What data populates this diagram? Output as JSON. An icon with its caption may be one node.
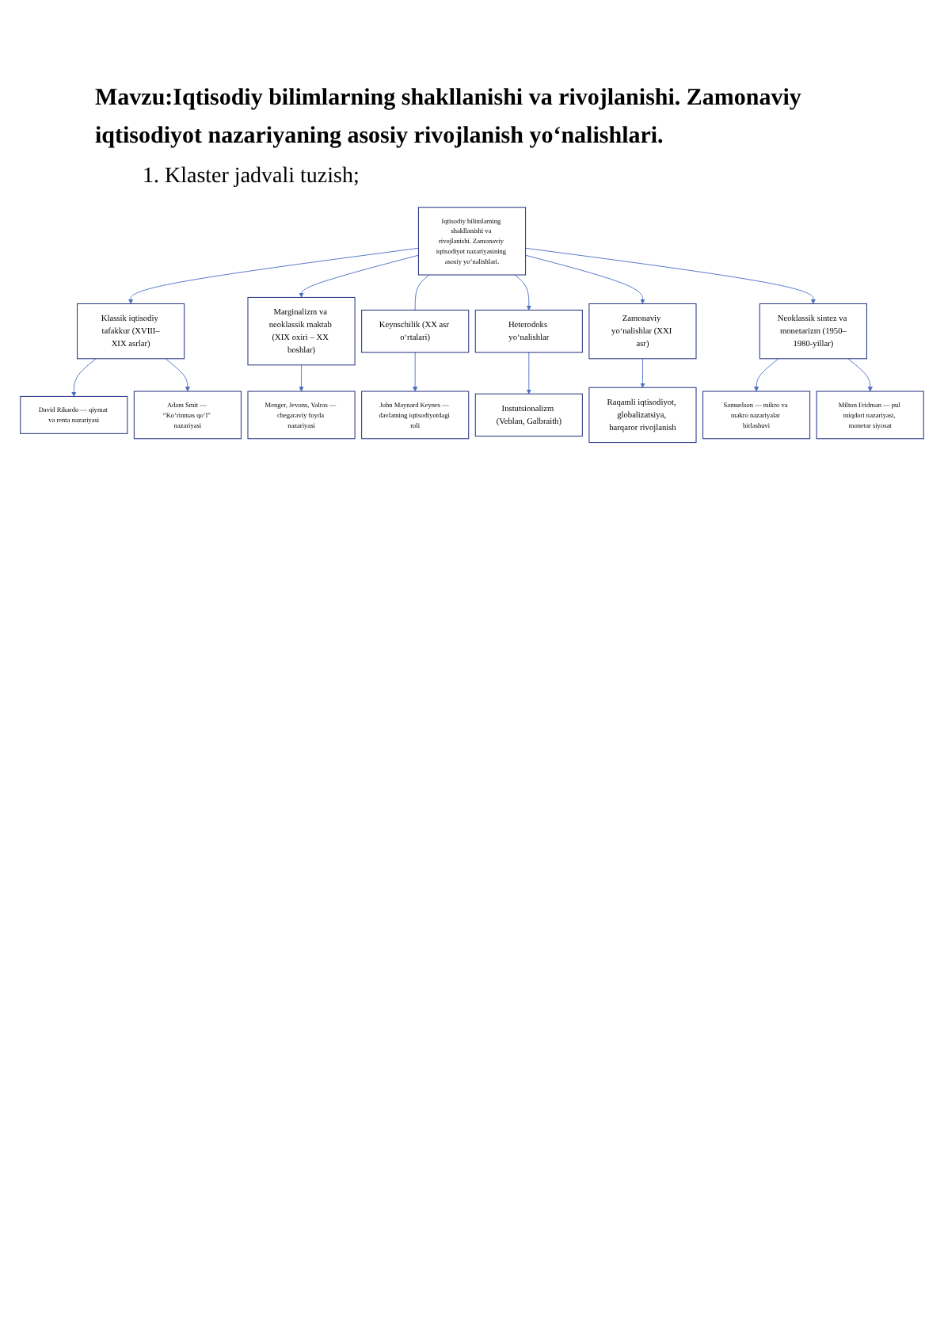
{
  "diagram": {
    "title": "Mavzu:Iqtisodiy bilimlarning shakllanishi va rivojlanishi. Zamonaviy iqtisodiyot nazariyaning asosiy rivojlanish yo‘nalishlari.",
    "nodes": [
      {
        "text": [
          "Menger, Jevons, Valras — chegaraviy foyda nazariyasi"
        ]
      },
      {
        "text": [
          "David Rikardo — qiymat va renta nazariyasi"
        ]
      },
      {
        "text": [
          "Klassik iqtisodiy tafakkur (XVIII–XIX asrlar)"
        ]
      },
      {
        "text": [
          "Marginalizm va neoklassik maktab (XIX oxiri – XX boshlar)"
        ]
      },
      {
        "text": [
          "Adam Smit — “Ko‘rinmas qo‘l” nazariyasi"
        ]
      },
      {
        "text": [
          "Iqtisodiy bilimlarning shakllanishi va rivojlanishi. Zamonaviy iqtisodiyot nazariyasining asosiy yo‘nalishlari."
        ]
      },
      {
        "text": [
          "Keynschilik (XX asr o‘rtalari)"
        ]
      },
      {
        "text": [
          "Heterodoks yo‘nalishlar"
        ]
      },
      {
        "text": [
          "John Maynard Keynes — davlatning iqtisodiyotdagi roli"
        ]
      },
      {
        "text": [
          "Neoklassik sintez va monetarizm (1950–1980-yillar)"
        ]
      },
      {
        "text": [
          "Zamonaviy yo‘nalishlar (XXI asr)"
        ]
      },
      {
        "text": [
          "Instutsionalizm (Veblan, Galbraith)"
        ]
      },
      {
        "text": [
          "Samuelson — mikro va makro nazariyalar birlashuvi"
        ]
      },
      {
        "text": [
          "Milton Fridman — pul miqdori nazariyasi, monetar siyosat"
        ]
      },
      {
        "text": [
          "Raqamli iqtisodiyot, globalizatsiya, barqaror rivojlanish"
        ]
      }
    ],
    "edges": [
      {
        "from": 5,
        "to": 2,
        "arrow": "to"
      },
      {
        "from": 5,
        "to": 3,
        "arrow": "to"
      },
      {
        "from": 5,
        "to": 6,
        "arrow": "none"
      },
      {
        "from": 5,
        "to": 7,
        "arrow": "to"
      },
      {
        "from": 5,
        "to": 10,
        "arrow": "to"
      },
      {
        "from": 5,
        "to": 9,
        "arrow": "to"
      },
      {
        "from": 2,
        "to": 1,
        "arrow": "to"
      },
      {
        "from": 2,
        "to": 4,
        "arrow": "to"
      },
      {
        "from": 3,
        "to": 0,
        "arrow": "to"
      },
      {
        "from": 6,
        "to": 8,
        "arrow": "to"
      },
      {
        "from": 7,
        "to": 11,
        "arrow": "to"
      },
      {
        "from": 10,
        "to": 14,
        "arrow": "to"
      },
      {
        "from": 9,
        "to": 12,
        "arrow": "to"
      },
      {
        "from": 9,
        "to": 13,
        "arrow": "to"
      }
    ],
    "labels": [
      "1. Klaster jadvali tuzish;"
    ]
  }
}
